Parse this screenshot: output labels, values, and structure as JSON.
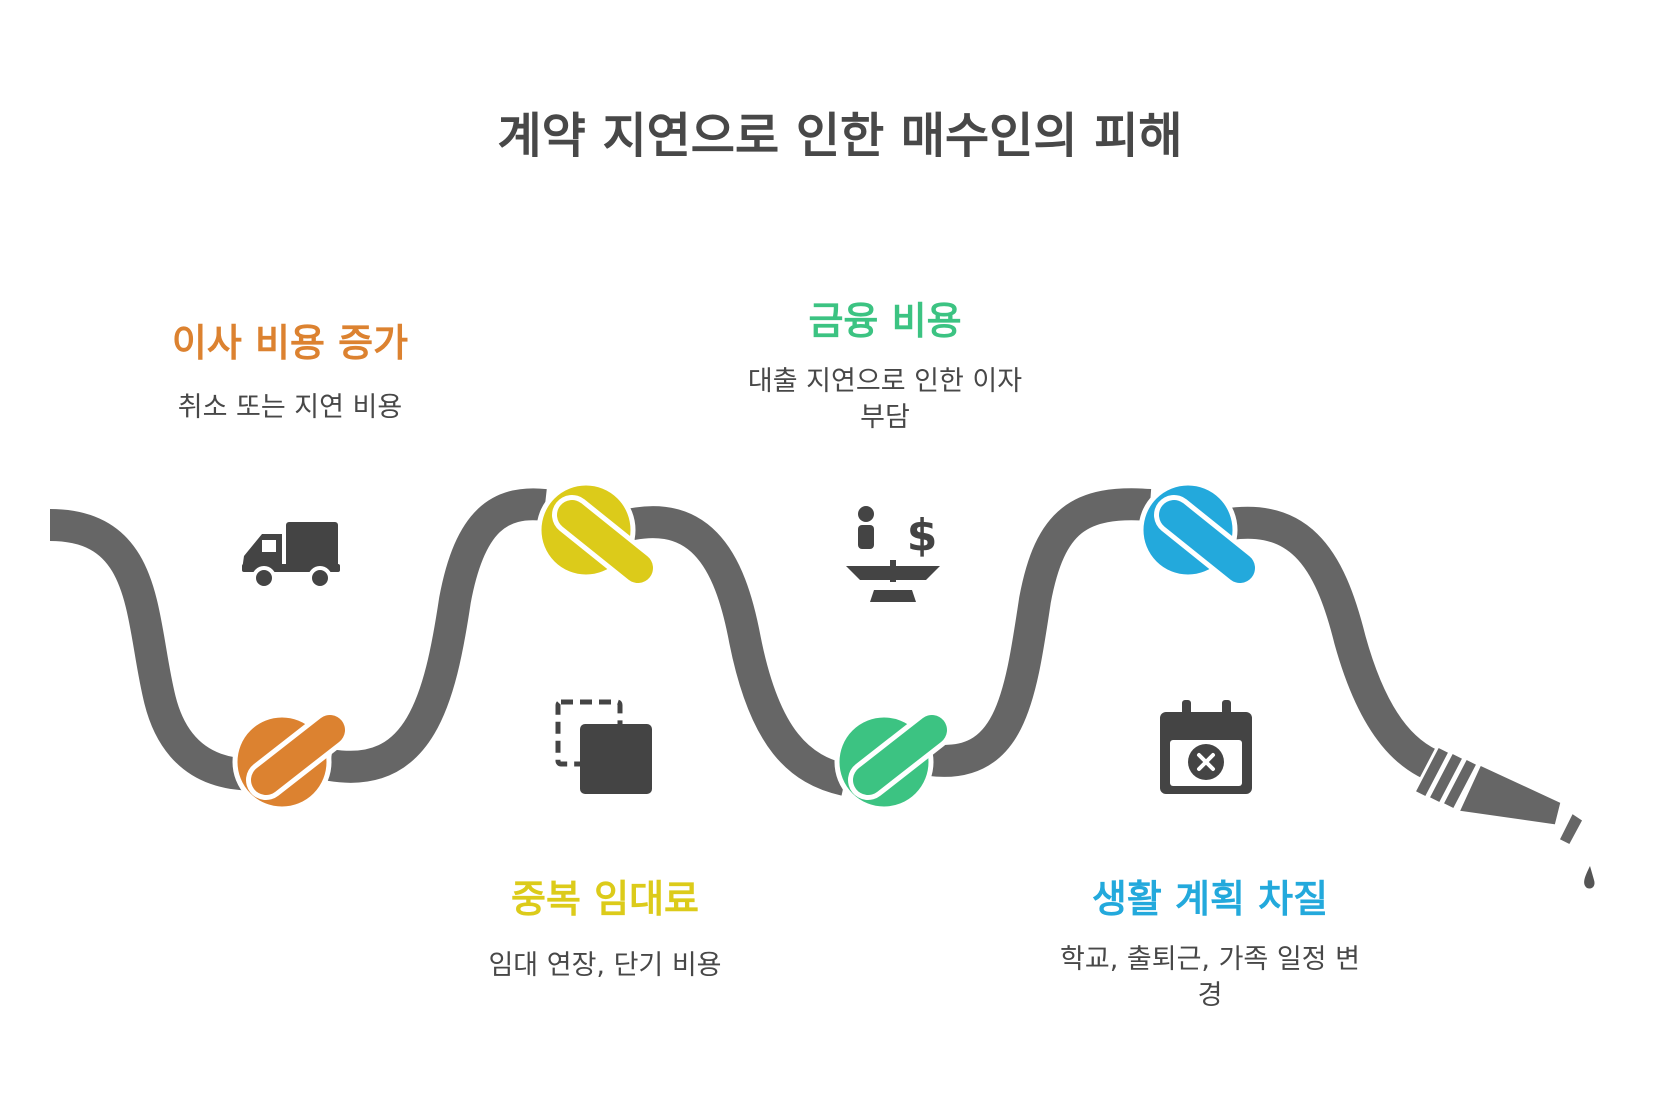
{
  "title": "계약 지연으로 인한 매수인의 피해",
  "colors": {
    "hose": "#666666",
    "text": "#484848",
    "icon": "#444444",
    "orange": "#DC8230",
    "yellow": "#DCCB1A",
    "green": "#3CC382",
    "blue": "#23A9DC"
  },
  "steps": [
    {
      "title": "이사 비용 증가",
      "desc": "취소 또는 지연 비용",
      "color": "#DC8230",
      "icon": "truck-icon"
    },
    {
      "title": "중복 임대료",
      "desc": "임대 연장, 단기 비용",
      "color": "#DCCB1A",
      "icon": "overlap-squares-icon"
    },
    {
      "title": "금융 비용",
      "desc_line1": "대출 지연으로 인한 이자",
      "desc_line2": "부담",
      "color": "#3CC382",
      "icon": "scale-dollar-icon"
    },
    {
      "title": "생활 계획 차질",
      "desc_line1": "학교, 출퇴근, 가족 일정 변",
      "desc_line2": "경",
      "color": "#23A9DC",
      "icon": "calendar-cancel-icon"
    }
  ]
}
